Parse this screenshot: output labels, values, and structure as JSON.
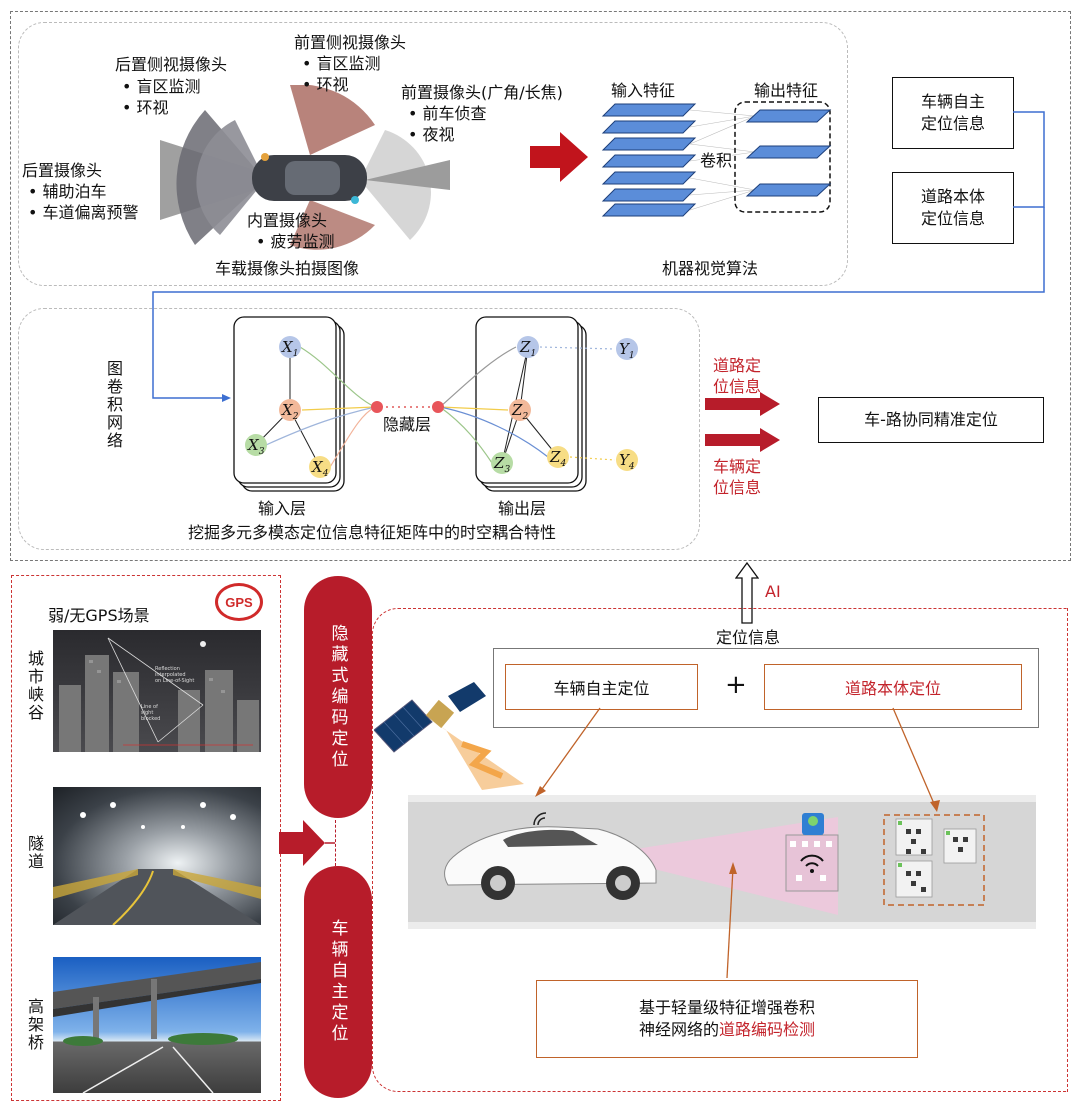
{
  "top": {
    "camera_section_caption": "车载摄像头拍摄图像",
    "cameras": {
      "rear_side": {
        "title": "后置侧视摄像头",
        "items": [
          "• 盲区监测",
          "• 环视"
        ]
      },
      "front_side": {
        "title": "前置侧视摄像头",
        "items": [
          "• 盲区监测",
          "• 环视"
        ]
      },
      "front": {
        "title": "前置摄像头(广角/长焦)",
        "items": [
          "• 前车侦查",
          "• 夜视"
        ]
      },
      "rear": {
        "title": "后置摄像头",
        "items": [
          "• 辅助泊车",
          "• 车道偏离预警"
        ]
      },
      "interior": {
        "title": "内置摄像头",
        "items": [
          "• 疲劳监测"
        ]
      }
    },
    "cnn": {
      "input_label": "输入特征",
      "output_label": "输出特征",
      "conv_label": "卷积",
      "caption": "机器视觉算法"
    },
    "right_boxes": {
      "vehicle": [
        "车辆自主",
        "定位信息"
      ],
      "road": [
        "道路本体",
        "定位信息"
      ]
    }
  },
  "gcn": {
    "side_label": "图卷积网络",
    "input_layer": "输入层",
    "output_layer": "输出层",
    "hidden_layer": "隐藏层",
    "nodes": {
      "x1": "X",
      "x2": "X",
      "x3": "X",
      "x4": "X",
      "z1": "Z",
      "z2": "Z",
      "z3": "Z",
      "z4": "Z",
      "y1": "Y",
      "y4": "Y"
    },
    "subscripts": {
      "n1": "1",
      "n2": "2",
      "n3": "3",
      "n4": "4"
    },
    "caption": "挖掘多元多模态定位信息特征矩阵中的时空耦合特性",
    "road_info": [
      "道路定",
      "位信息"
    ],
    "vehicle_info": [
      "车辆定",
      "位信息"
    ],
    "result_box": "车-路协同精准定位"
  },
  "ai_label": "AI",
  "bottom": {
    "gps_badge": "GPS",
    "scene_title": "弱/无GPS场景",
    "scenes": [
      "城市峡谷",
      "隧道",
      "高架桥"
    ],
    "pill_hidden": "隐藏式编码定位",
    "pill_vehicle": "车辆自主定位",
    "positioning_info": "定位信息",
    "vehicle_pos": "车辆自主定位",
    "plus": "+",
    "road_pos": "道路本体定位",
    "detect_line1": "基于轻量级特征增强卷积",
    "detect_line2_prefix": "神经网络的",
    "detect_line2_red": "道路编码检测",
    "photo_text": [
      "Reflection",
      "interpolated",
      "on Line-of-Sight",
      "Line of",
      "sight",
      "blocked"
    ]
  },
  "colors": {
    "dark_red": "#b71c2a",
    "red_text": "#c3232b",
    "orange": "#c0632a",
    "blue_line": "#3d6fd1",
    "layer_blue": "#5b8dd9"
  }
}
